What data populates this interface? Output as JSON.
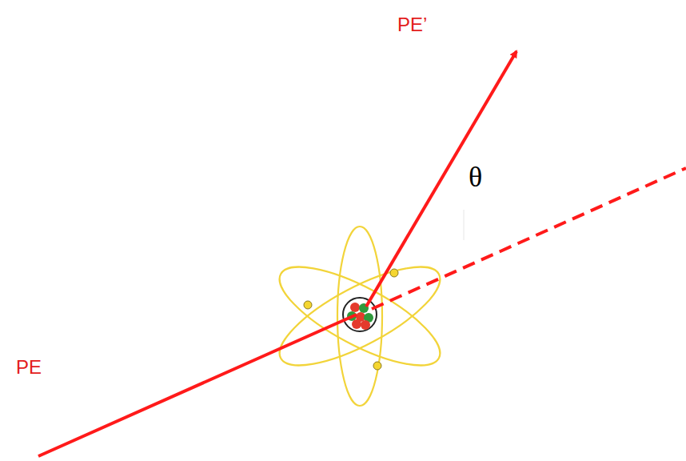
{
  "diagram": {
    "labels": [
      "PE",
      "PE’",
      "θ"
    ]
  }
}
